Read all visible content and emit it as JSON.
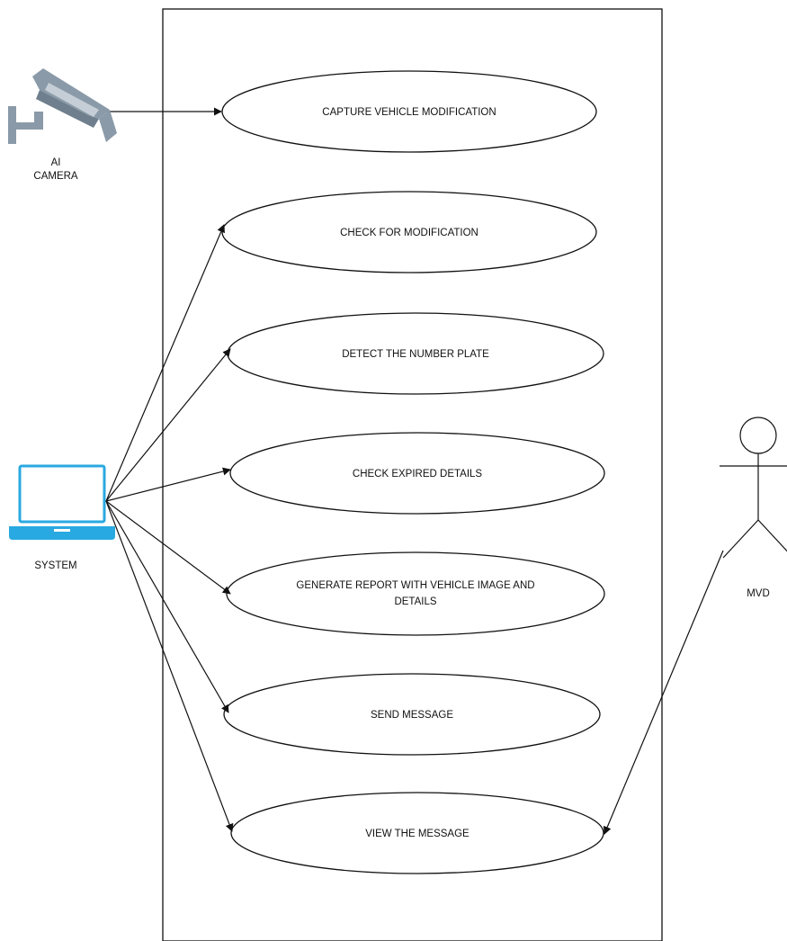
{
  "actors": {
    "camera": {
      "label_line1": "AI",
      "label_line2": "CAMERA",
      "icon": "security-camera-icon",
      "color": "#8a9aa8"
    },
    "system": {
      "label": "SYSTEM",
      "icon": "laptop-icon",
      "color": "#29a9e1"
    },
    "mvd": {
      "label": "MVD",
      "icon": "stick-figure-icon"
    }
  },
  "use_cases": {
    "capture": {
      "label": "CAPTURE VEHICLE MODIFICATION"
    },
    "check_mod": {
      "label": "CHECK FOR MODIFICATION"
    },
    "detect_plate": {
      "label": "DETECT THE NUMBER PLATE"
    },
    "check_expired": {
      "label": "CHECK EXPIRED DETAILS"
    },
    "generate_report": {
      "label_line1": "GENERATE REPORT WITH VEHICLE IMAGE AND",
      "label_line2": "DETAILS"
    },
    "send_message": {
      "label": "SEND MESSAGE"
    },
    "view_message": {
      "label": "VIEW THE MESSAGE"
    }
  },
  "colors": {
    "line": "#111111",
    "boundary": "#111111"
  }
}
